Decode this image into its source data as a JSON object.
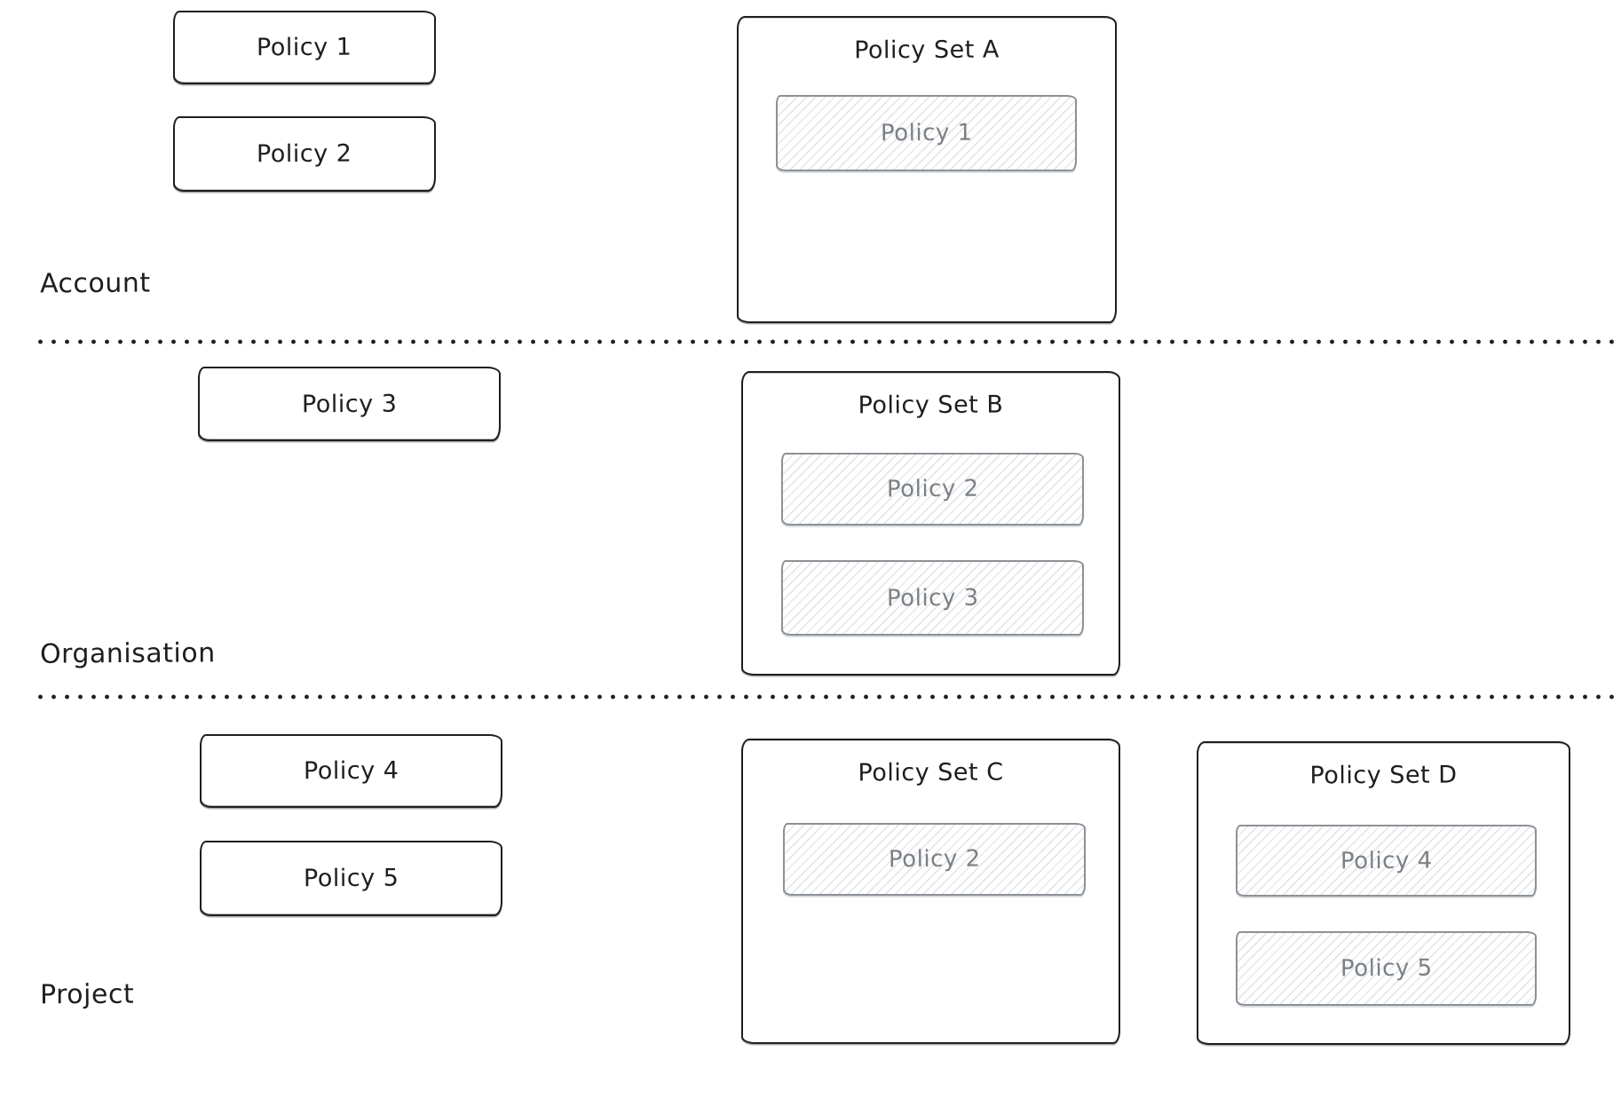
{
  "colors": {
    "ink": "#1e1e1e",
    "muted-ink": "#7b8085",
    "member-border": "#8c9196",
    "hatch-line": "#8b949e45",
    "page-bg": "#ffffff"
  },
  "levels": [
    {
      "label": "Account",
      "policies": [
        "Policy 1",
        "Policy 2"
      ],
      "sets": [
        {
          "title": "Policy Set A",
          "members": [
            "Policy 1"
          ]
        }
      ]
    },
    {
      "label": "Organisation",
      "policies": [
        "Policy 3"
      ],
      "sets": [
        {
          "title": "Policy Set B",
          "members": [
            "Policy 2",
            "Policy 3"
          ]
        }
      ]
    },
    {
      "label": "Project",
      "policies": [
        "Policy 4",
        "Policy 5"
      ],
      "sets": [
        {
          "title": "Policy Set C",
          "members": [
            "Policy 2"
          ]
        },
        {
          "title": "Policy Set D",
          "members": [
            "Policy 4",
            "Policy 5"
          ]
        }
      ]
    }
  ]
}
